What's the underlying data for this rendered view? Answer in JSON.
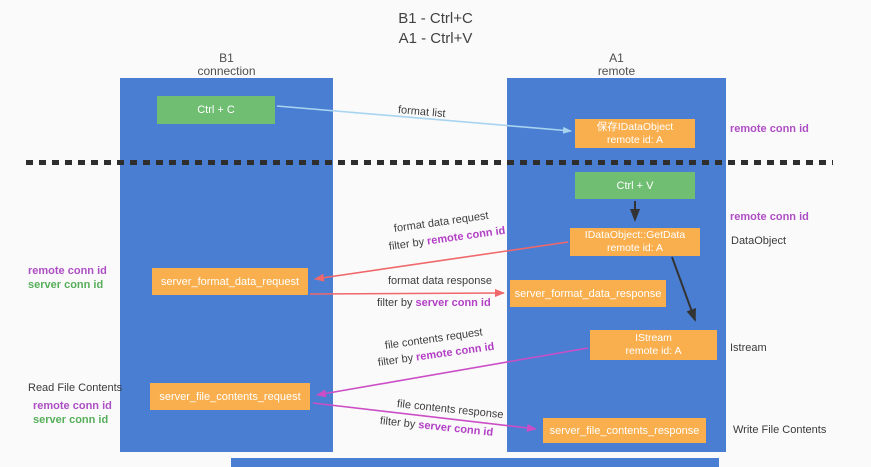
{
  "title": {
    "line1": "B1 - Ctrl+C",
    "line2": "A1 - Ctrl+V"
  },
  "lanes": {
    "b1": {
      "name": "B1",
      "subtitle": "connection"
    },
    "a1": {
      "name": "A1",
      "subtitle": "remote"
    }
  },
  "nodes": {
    "ctrl_c": {
      "label": "Ctrl + C"
    },
    "ctrl_v": {
      "label": "Ctrl + V"
    },
    "save_idataobject": {
      "line1": "保存IDataObject",
      "line2": "remote id: A"
    },
    "idataobject_getdata": {
      "line1": "IDataObject::GetData",
      "line2": "remote id: A"
    },
    "istream": {
      "line1": "IStream",
      "line2": "remote id: A"
    },
    "server_format_data_request": {
      "label": "server_format_data_request"
    },
    "server_format_data_response": {
      "label": "server_format_data_response"
    },
    "server_file_contents_request": {
      "label": "server_file_contents_request"
    },
    "server_file_contents_response": {
      "label": "server_file_contents_response"
    }
  },
  "edge_labels": {
    "format_list": "format list",
    "format_data_request": "format data request",
    "format_data_response": "format data response",
    "file_contents_request": "file contents request",
    "file_contents_response": "file contents response",
    "filter_by": "filter by ",
    "remote_conn_id": "remote conn id",
    "server_conn_id": "server conn id"
  },
  "annotations": {
    "remote_conn_id": "remote conn id",
    "server_conn_id": "server conn id",
    "dataobject": "DataObject",
    "istream": "Istream",
    "read_file_contents": "Read File Contents",
    "write_file_contents": "Write File Contents"
  },
  "colors": {
    "lane_blue": "#4a7ed3",
    "node_green": "#6fbe72",
    "node_orange": "#f9af4e",
    "arrow_red": "#f0686b",
    "arrow_magenta": "#cc4ec6",
    "arrow_lightblue": "#a8d4f0",
    "arrow_black": "#333333",
    "text_purple": "#ae4ec5",
    "text_green": "#56ae5a"
  }
}
